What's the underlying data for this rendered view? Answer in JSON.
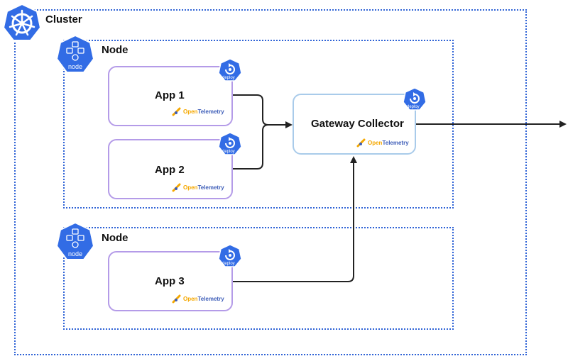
{
  "cluster": {
    "label": "Cluster"
  },
  "nodes": [
    {
      "label": "Node",
      "icon_caption": "node"
    },
    {
      "label": "Node",
      "icon_caption": "node"
    }
  ],
  "apps": [
    {
      "label": "App 1",
      "badge_caption": "deploy",
      "otel_prefix": "Open",
      "otel_suffix": "Telemetry"
    },
    {
      "label": "App 2",
      "badge_caption": "deploy",
      "otel_prefix": "Open",
      "otel_suffix": "Telemetry"
    },
    {
      "label": "App 3",
      "badge_caption": "deploy",
      "otel_prefix": "Open",
      "otel_suffix": "Telemetry"
    }
  ],
  "gateway": {
    "label": "Gateway Collector",
    "badge_caption": "deploy",
    "otel_prefix": "Open",
    "otel_suffix": "Telemetry"
  },
  "colors": {
    "k8s_blue": "#326ce5",
    "dotted_border": "#2f63d6",
    "app_border": "#b49be8",
    "gateway_border": "#a9cbea",
    "otel_orange": "#f5a800",
    "otel_blue": "#3d5db8"
  },
  "icons": {
    "cluster": "kubernetes-helm-icon",
    "node": "kubernetes-node-icon",
    "deploy": "deploy-icon",
    "telescope": "opentelemetry-telescope-icon"
  }
}
